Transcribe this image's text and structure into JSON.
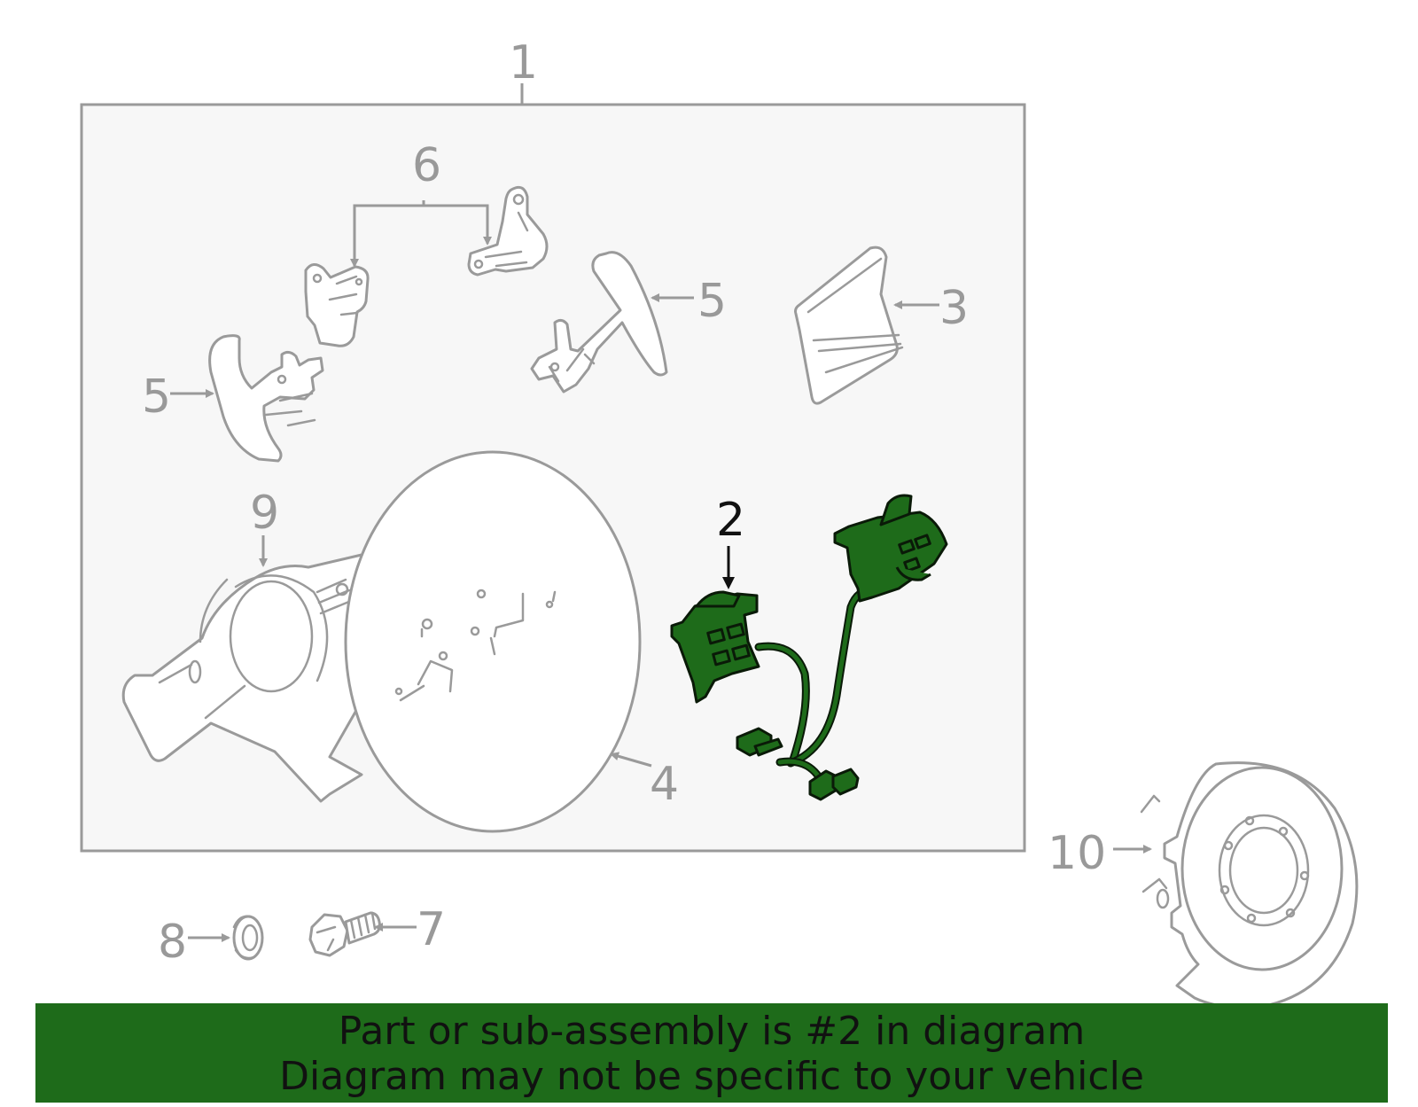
{
  "diagram": {
    "callouts": {
      "c1": "1",
      "c2": "2",
      "c3": "3",
      "c4": "4",
      "c5a": "5",
      "c5b": "5",
      "c6": "6",
      "c7": "7",
      "c8": "8",
      "c9": "9",
      "c10": "10"
    },
    "highlighted_part": "2",
    "colors": {
      "highlight": "#1e6b1a",
      "outline": "#9a9a9a",
      "assembly_box_fill": "#f7f7f7"
    }
  },
  "banner": {
    "line1": "Part or sub-assembly is #2 in diagram",
    "line2": "Diagram may not be specific to your vehicle"
  }
}
